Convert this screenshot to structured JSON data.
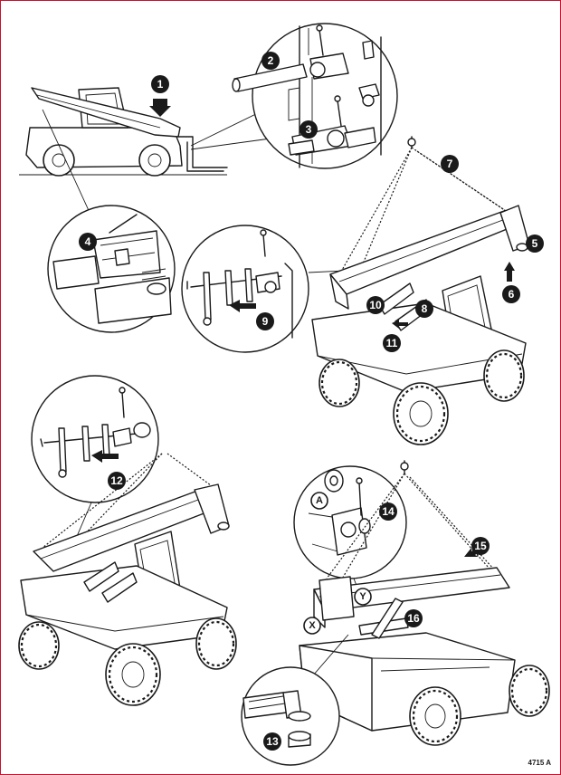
{
  "figure": {
    "reference_code": "4715 A",
    "callouts": [
      {
        "label": "1"
      },
      {
        "label": "2"
      },
      {
        "label": "3"
      },
      {
        "label": "4"
      },
      {
        "label": "5"
      },
      {
        "label": "6"
      },
      {
        "label": "7"
      },
      {
        "label": "8"
      },
      {
        "label": "9"
      },
      {
        "label": "10"
      },
      {
        "label": "11"
      },
      {
        "label": "12"
      },
      {
        "label": "13"
      },
      {
        "label": "14"
      },
      {
        "label": "15"
      },
      {
        "label": "16"
      }
    ],
    "letters": [
      {
        "label": "A"
      },
      {
        "label": "X"
      },
      {
        "label": "Y"
      }
    ]
  },
  "colors": {
    "line": "#1a1a1a",
    "border": "#c8102e",
    "background": "#ffffff"
  }
}
